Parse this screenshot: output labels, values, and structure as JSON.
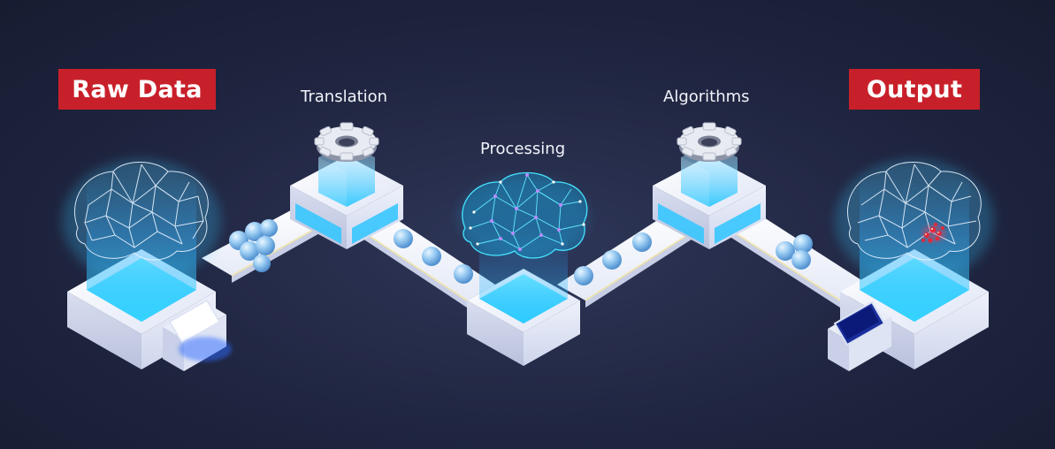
{
  "labels": {
    "raw_data": "Raw Data",
    "output": "Output",
    "translation": "Translation",
    "processing": "Processing",
    "algorithms": "Algorithms"
  },
  "colors": {
    "background": "#1f2540",
    "tag_red": "#c8202a",
    "glow_blue": "#3fd6ff",
    "machine_white": "#eef1fb",
    "sphere_blue": "#8fc3ee",
    "belt_glow": "#f5e7a8",
    "output_marker_red": "#e02a3a"
  },
  "icons": [
    "brain-icon",
    "gear-icon",
    "data-sphere-icon",
    "monitor-icon"
  ]
}
